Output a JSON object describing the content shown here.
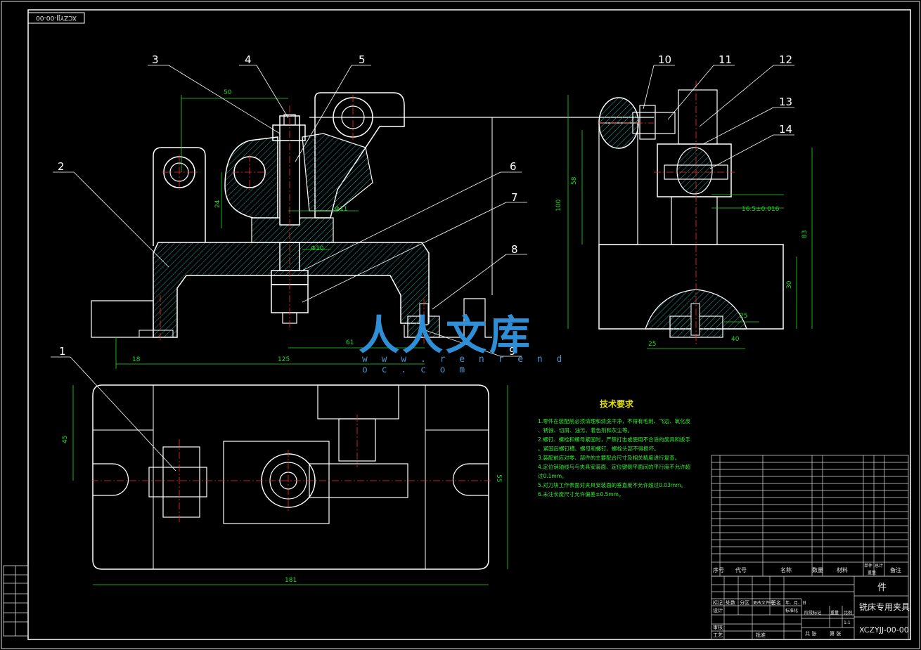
{
  "drawing": {
    "code_rotated": "XCZYJJ-00-00",
    "title": "铣床专用夹具",
    "title_suffix": "件",
    "code": "XCZYJJ-00-00"
  },
  "part_labels": [
    "1",
    "2",
    "3",
    "4",
    "5",
    "6",
    "7",
    "8",
    "9",
    "10",
    "11",
    "12",
    "13",
    "14"
  ],
  "dimensions": {
    "d50": "50",
    "d24": "24",
    "d11": "Φ11",
    "d10": "Φ10",
    "d61": "61",
    "d18": "18",
    "d125": "125",
    "d100": "100",
    "d58": "58",
    "d83": "83",
    "d30": "30",
    "d16_5": "16.5±0.016",
    "d25a": "25",
    "d25b": "25",
    "d40": "40",
    "d45": "45",
    "d55": "55",
    "d181": "181"
  },
  "watermark": {
    "text": "人人文库",
    "url": "w w w . r e n r e n d o c . c o m"
  },
  "tech_requirements": {
    "title": "技术要求",
    "items": [
      "1.零件在装配前必须清理和清洗干净，不得有毛刺、飞边、氧化皮",
      "、锈蚀、切屑、油污、着色剂和灰尘等。",
      "2.螺钉、螺栓和螺母紧固时，严禁打击或使用不合适的旋具和扳手",
      "。紧固后螺钉槽、螺母和螺钉、螺栓头部不得损坏。",
      "3.装配前应对零、部件的主要配合尺寸及相关精度进行复查。",
      "4.定位销轴线与与夹具安装面、定位键侧平面间的平行度不允许超",
      "过0.1mm。",
      "5.对刀块工作表面对夹具安装面的垂直度不允许超过0.03mm。",
      "6.未注长度尺寸允许偏差±0.5mm。"
    ]
  },
  "bom_header": {
    "seq": "序号",
    "code": "代号",
    "name": "名称",
    "qty": "数量",
    "material": "材料",
    "unit_weight": "单件",
    "total_weight": "总计",
    "weight": "重量",
    "remark": "备注"
  },
  "title_block": {
    "mark": "标记",
    "count": "处数",
    "zone": "分区",
    "doc_no": "更改文件号",
    "sign": "签名",
    "date": "年、月、日",
    "design": "设计",
    "standard": "标准化",
    "stage": "阶段标记",
    "weight": "重量",
    "scale": "比例",
    "review": "审核",
    "process": "工艺",
    "approve": "批准",
    "sheets": "共  张",
    "sheet_no": "第  张",
    "scale_val": "1:1"
  }
}
